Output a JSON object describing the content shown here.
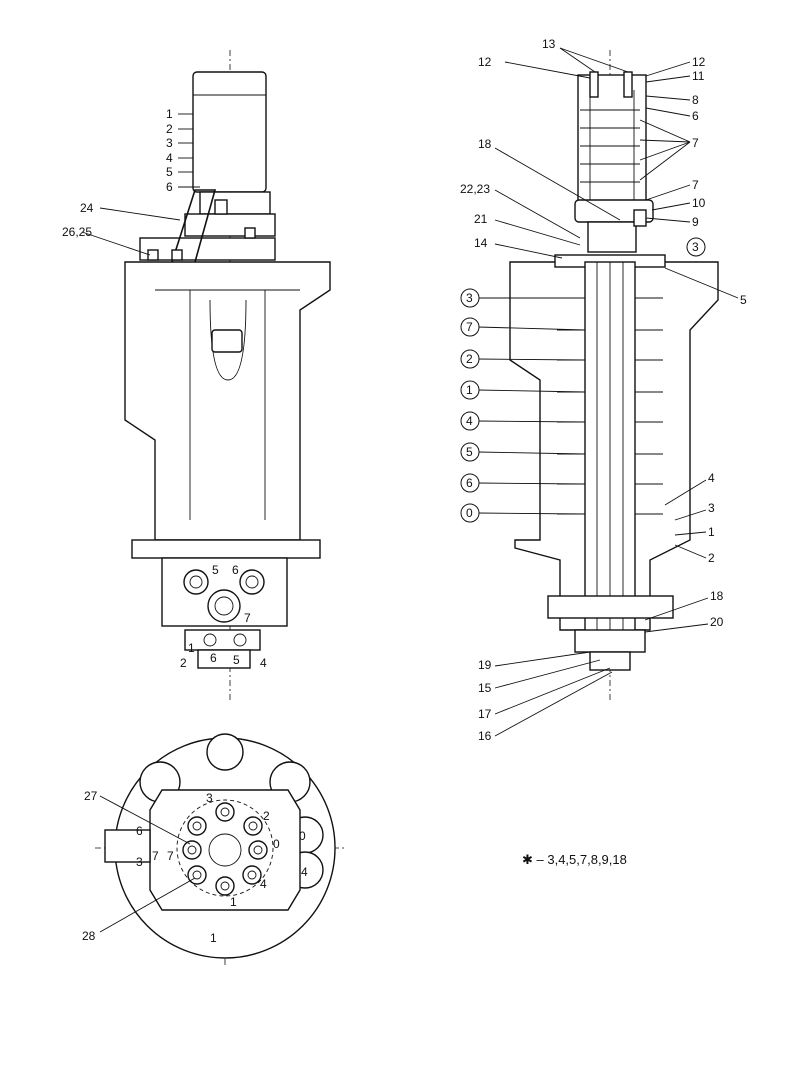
{
  "side_view": {
    "labels": [
      "1",
      "2",
      "3",
      "4",
      "5",
      "6",
      "24",
      "26,25"
    ],
    "ports_top": [
      "5",
      "6"
    ],
    "ports_bottom": [
      "1",
      "2",
      "6",
      "5",
      "4",
      "7"
    ]
  },
  "section_view": {
    "labels_right": [
      "12",
      "11",
      "8",
      "6",
      "7",
      "7",
      "10",
      "9",
      "5",
      "4",
      "3",
      "1",
      "2",
      "18",
      "20"
    ],
    "labels_left": [
      "13",
      "12",
      "18",
      "22,23",
      "21",
      "14",
      "19",
      "15",
      "17",
      "16"
    ],
    "circled": [
      "3",
      "7",
      "2",
      "1",
      "4",
      "5",
      "6",
      "0",
      "3"
    ]
  },
  "bottom_view": {
    "labels": [
      "27",
      "28"
    ],
    "port_numbers": [
      "3",
      "2",
      "0",
      "4",
      "1",
      "6",
      "7",
      "7",
      "3",
      "0",
      "4",
      "1"
    ]
  },
  "legend": {
    "text": "✱ – 3,4,5,7,8,9,18"
  }
}
